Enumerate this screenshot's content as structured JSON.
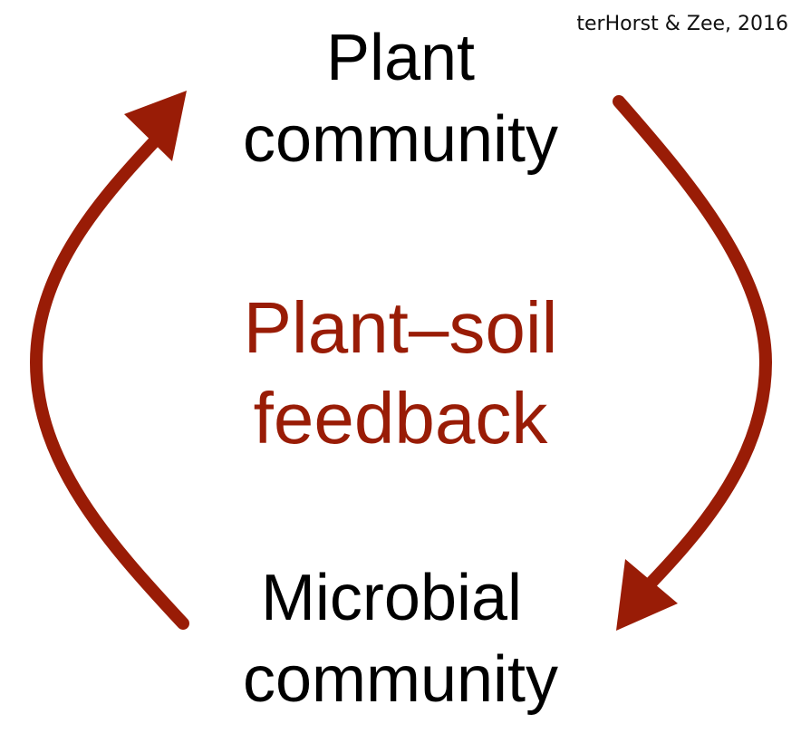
{
  "citation": "terHorst & Zee, 2016",
  "top_node": {
    "line1": "Plant",
    "line2": "community"
  },
  "center_label": {
    "line1": "Plant–soil",
    "line2": "feedback"
  },
  "bottom_node": {
    "line1": "Microbial",
    "line2": "community"
  },
  "colors": {
    "arrow": "#991c06",
    "center_text": "#991c06",
    "text": "#000000"
  }
}
